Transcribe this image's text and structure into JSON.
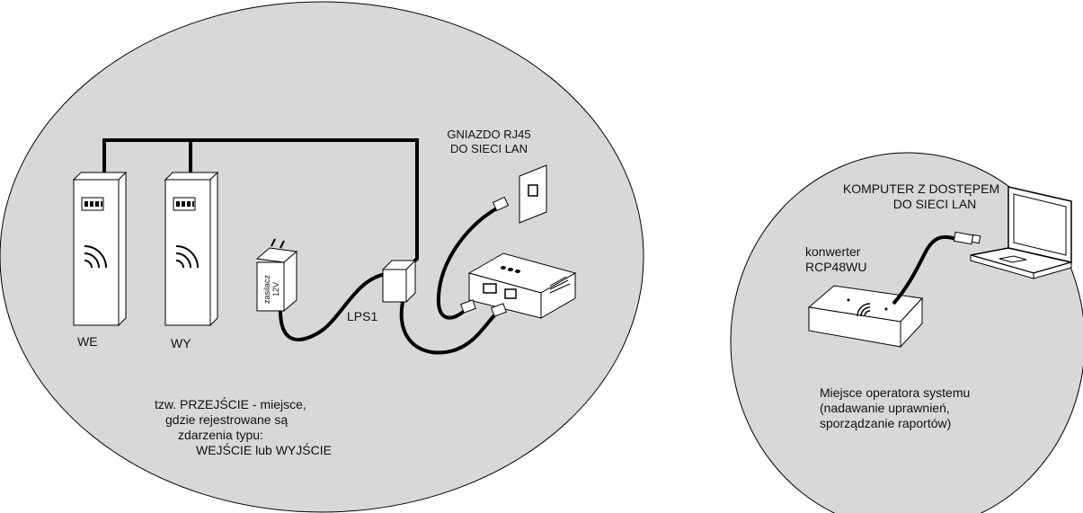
{
  "labels": {
    "reader_in": "WE",
    "reader_out": "WY",
    "power_supply_line1": "zasilacz",
    "power_supply_line2": "12V",
    "lps": "LPS1",
    "rj45_line1": "GNIAZDO RJ45",
    "rj45_line2": "DO SIECI LAN",
    "passage_line1": "tzw. PRZEJŚCIE - miejsce,",
    "passage_line2": "gdzie rejestrowane są",
    "passage_line3": "zdarzenia typu:",
    "passage_line4": "WEJŚCIE  lub  WYJŚCIE",
    "computer_line1": "KOMPUTER Z DOSTĘPEM",
    "computer_line2": "DO SIECI LAN",
    "converter_line1": "konwerter",
    "converter_line2": "RCP48WU",
    "operator_line1": "Miejsce operatora systemu",
    "operator_line2": "(nadawanie uprawnień,",
    "operator_line3": "sporządzanie raportów)"
  },
  "colors": {
    "line": "#000000",
    "fill_circle": "#d8d8d8",
    "device_fill": "#ffffff"
  }
}
